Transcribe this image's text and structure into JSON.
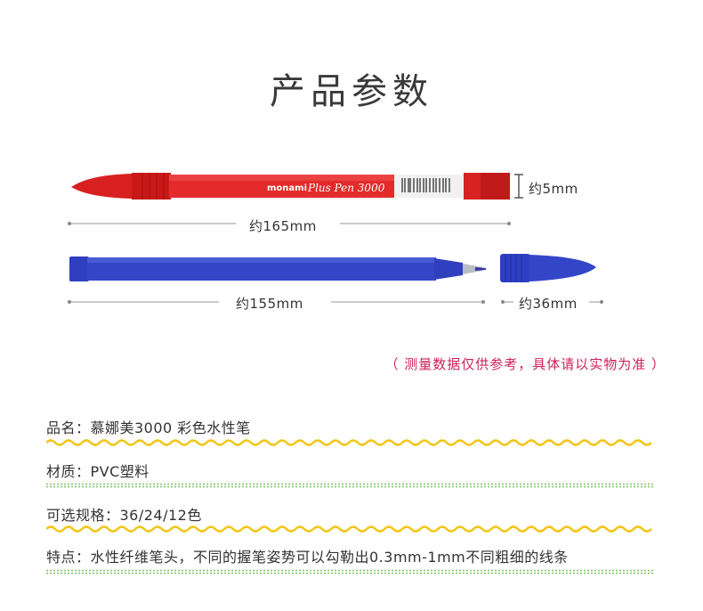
{
  "page": {
    "title": "产品参数"
  },
  "figure": {
    "pen_brand_text": "monami",
    "pen_model_text": "Plus Pen 3000",
    "dim_width_label": "约5mm",
    "dim_pen_length_label": "约165mm",
    "dim_body_length_label": "约155mm",
    "dim_cap_length_label": "约36mm",
    "colors": {
      "red_pen": "#e32b2b",
      "blue_pen": "#3346c8",
      "dim_line": "#888888"
    }
  },
  "note": "（ 测量数据仅供参考，具体请以实物为准 ）",
  "specs": [
    {
      "text": "品名：慕娜美3000 彩色水性笔",
      "divider": "wave"
    },
    {
      "text": "材质：PVC塑料",
      "divider": "dots"
    },
    {
      "text": "可选规格：36/24/12色",
      "divider": "wave"
    },
    {
      "text": "特点：水性纤维笔头，不同的握笔姿势可以勾勒出0.3mm-1mm不同粗细的线条",
      "divider": "dots"
    }
  ],
  "divider_colors": {
    "wave": "#f2c61a",
    "dots": "#7cc46a"
  }
}
